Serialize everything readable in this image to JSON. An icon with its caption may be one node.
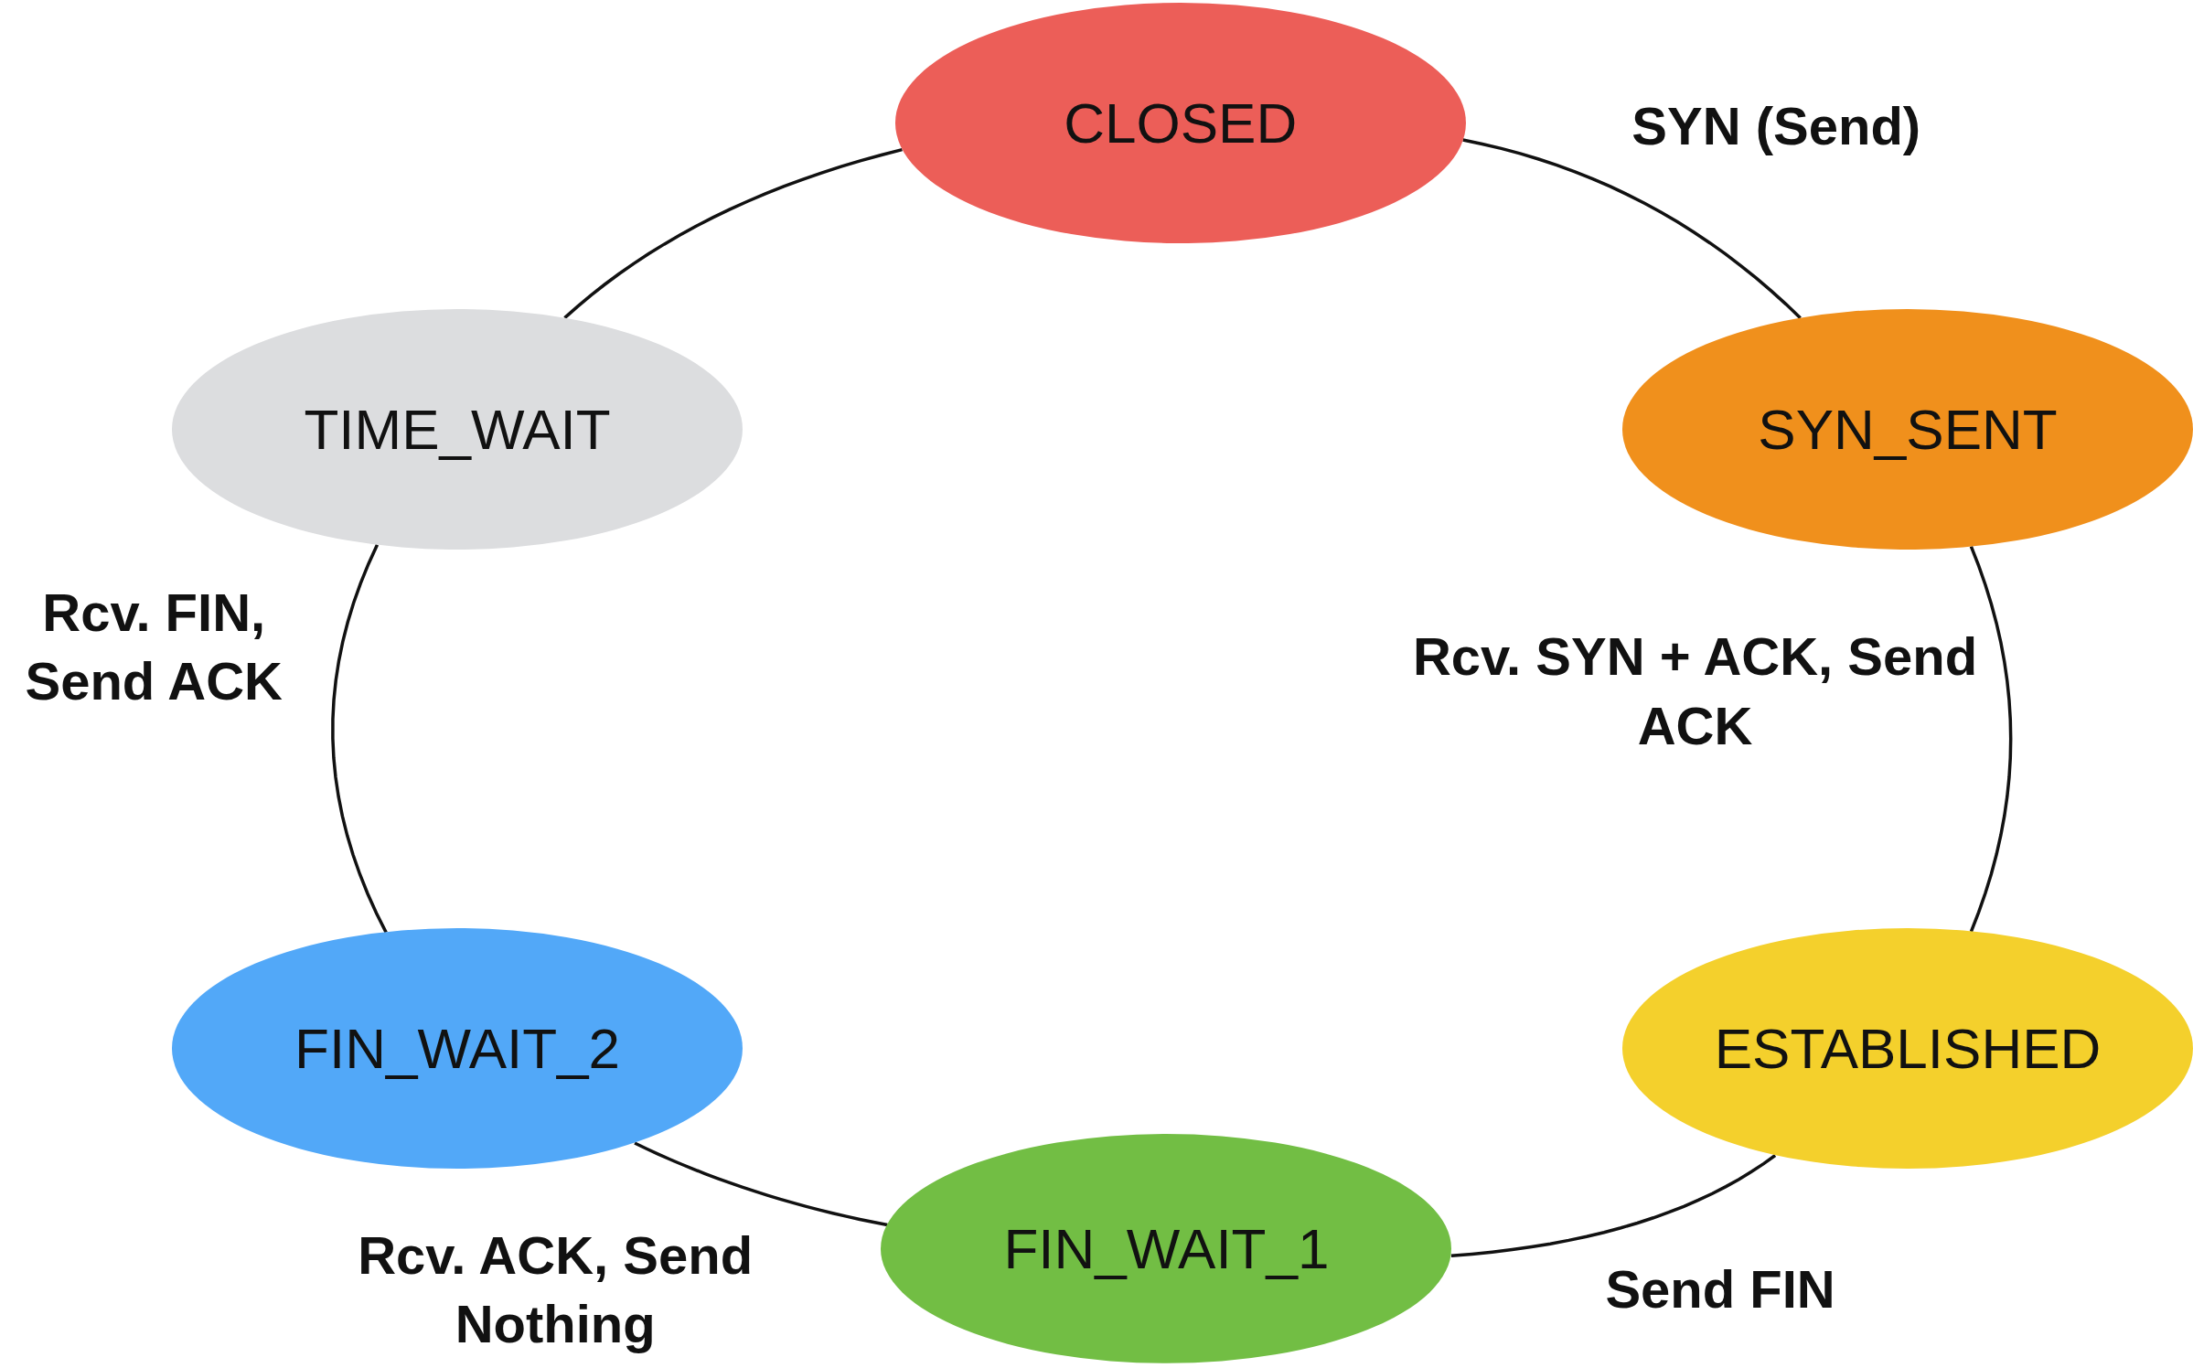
{
  "diagram": {
    "nodes": [
      {
        "text": [
          "CLOSED"
        ]
      },
      {
        "text": [
          "SYN_SENT"
        ]
      },
      {
        "text": [
          "ESTABLISHED"
        ]
      },
      {
        "text": [
          "FIN_WAIT_1"
        ]
      },
      {
        "text": [
          "FIN_WAIT_2"
        ]
      },
      {
        "text": [
          "TIME_WAIT"
        ]
      }
    ],
    "edges": [
      {
        "from": 0,
        "to": 1,
        "arrow": "none",
        "label": "SYN (Send)"
      },
      {
        "from": 1,
        "to": 2,
        "arrow": "none",
        "label": "Rcv. SYN + ACK, Send ACK"
      },
      {
        "from": 2,
        "to": 3,
        "arrow": "none",
        "label": "Send FIN"
      },
      {
        "from": 3,
        "to": 4,
        "arrow": "none",
        "label": "Rcv. ACK, Send Nothing"
      },
      {
        "from": 4,
        "to": 5,
        "arrow": "none",
        "label": "Rcv. FIN, Send ACK"
      },
      {
        "from": 5,
        "to": 0,
        "arrow": "none"
      }
    ]
  }
}
